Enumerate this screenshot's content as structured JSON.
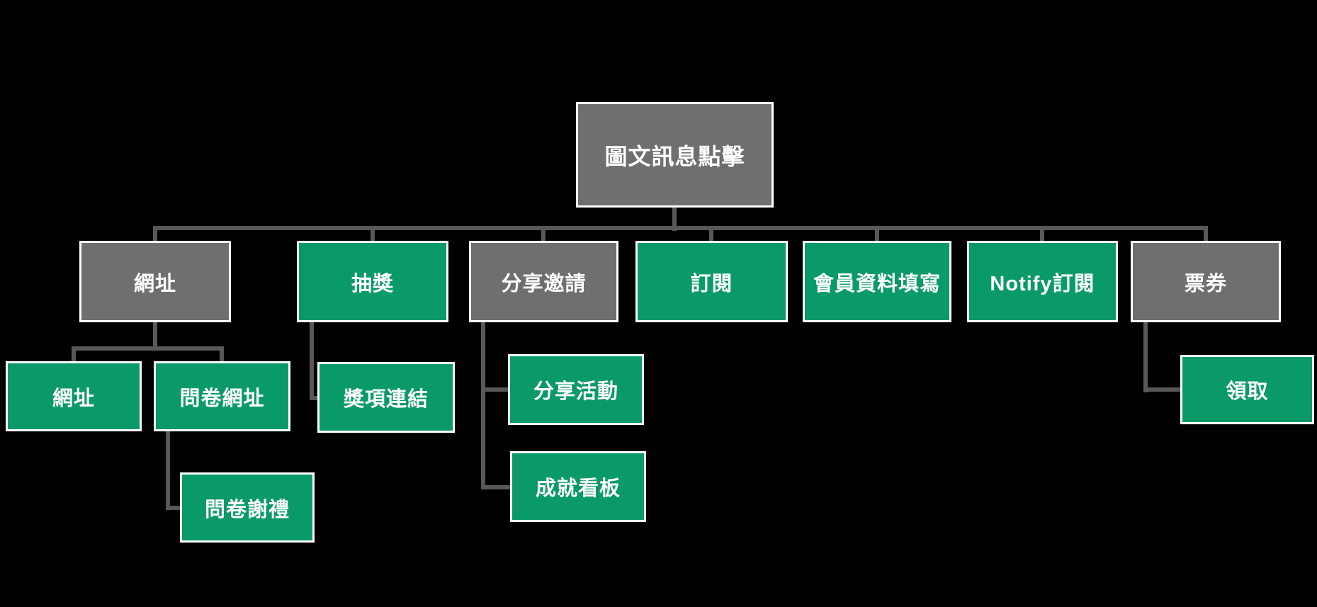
{
  "colors": {
    "background": "#000000",
    "node_green": "#0a9a68",
    "node_gray": "#716f6d",
    "node_border": "#ffffff",
    "node_text": "#ffffff",
    "connector": "#595857"
  },
  "nodes": {
    "root": {
      "label": "圖文訊息點擊",
      "variant": "gray"
    },
    "url": {
      "label": "網址",
      "variant": "gray"
    },
    "lottery": {
      "label": "抽獎",
      "variant": "green"
    },
    "share_invite": {
      "label": "分享邀請",
      "variant": "gray"
    },
    "subscribe": {
      "label": "訂閱",
      "variant": "green"
    },
    "member_info": {
      "label": "會員資料填寫",
      "variant": "green"
    },
    "notify_subscribe": {
      "label": "Notify訂閱",
      "variant": "green"
    },
    "ticket": {
      "label": "票券",
      "variant": "gray"
    },
    "url_child": {
      "label": "網址",
      "variant": "green"
    },
    "survey_url": {
      "label": "問卷網址",
      "variant": "green"
    },
    "survey_gift": {
      "label": "問卷謝禮",
      "variant": "green"
    },
    "prize_link": {
      "label": "獎項連結",
      "variant": "green"
    },
    "share_activity": {
      "label": "分享活動",
      "variant": "green"
    },
    "achievement_board": {
      "label": "成就看板",
      "variant": "green"
    },
    "redeem": {
      "label": "領取",
      "variant": "green"
    }
  },
  "hierarchy": {
    "label": "圖文訊息點擊",
    "children": [
      {
        "label": "網址",
        "children": [
          {
            "label": "網址"
          },
          {
            "label": "問卷網址",
            "children": [
              {
                "label": "問卷謝禮"
              }
            ]
          }
        ]
      },
      {
        "label": "抽獎",
        "children": [
          {
            "label": "獎項連結"
          }
        ]
      },
      {
        "label": "分享邀請",
        "children": [
          {
            "label": "分享活動"
          },
          {
            "label": "成就看板"
          }
        ]
      },
      {
        "label": "訂閱"
      },
      {
        "label": "會員資料填寫"
      },
      {
        "label": "Notify訂閱"
      },
      {
        "label": "票券",
        "children": [
          {
            "label": "領取"
          }
        ]
      }
    ]
  }
}
